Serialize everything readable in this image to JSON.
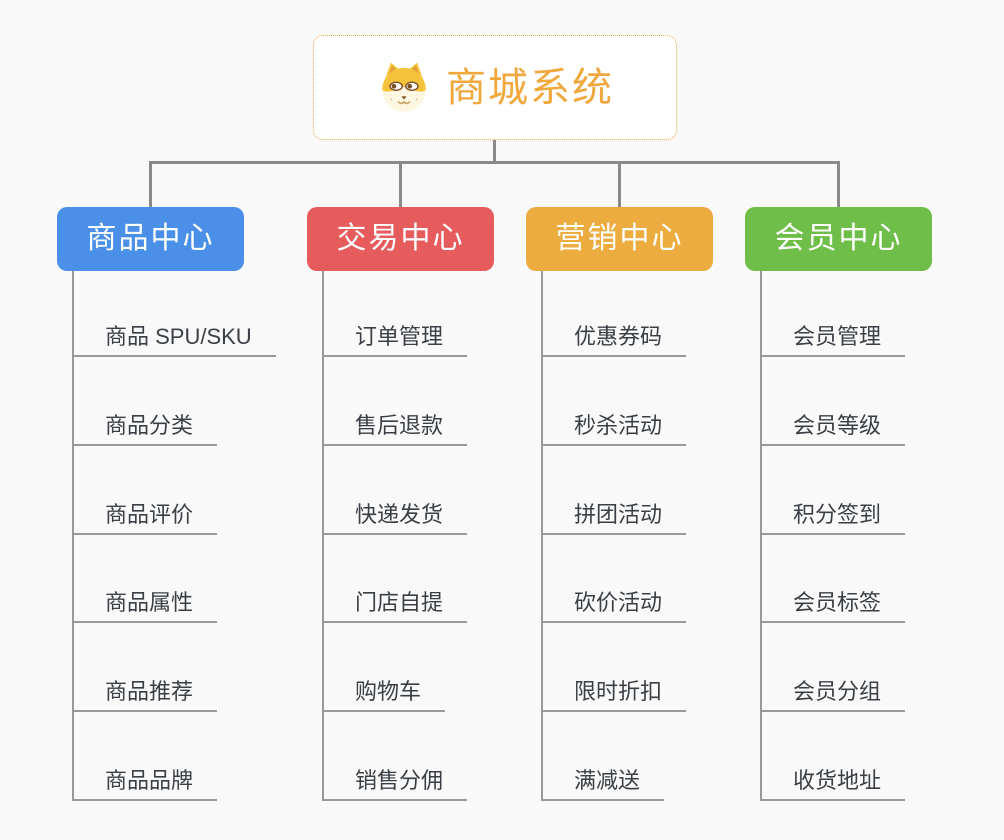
{
  "root": {
    "title": "商城系统",
    "icon": "dog-icon",
    "title_color": "#f0a73c",
    "border_color": "#f0a64a"
  },
  "branches": [
    {
      "label": "商品中心",
      "color": "#4a90e8",
      "items": [
        "商品 SPU/SKU",
        "商品分类",
        "商品评价",
        "商品属性",
        "商品推荐",
        "商品品牌"
      ]
    },
    {
      "label": "交易中心",
      "color": "#e65c5c",
      "items": [
        "订单管理",
        "售后退款",
        "快递发货",
        "门店自提",
        "购物车",
        "销售分佣"
      ]
    },
    {
      "label": "营销中心",
      "color": "#ecac40",
      "items": [
        "优惠券码",
        "秒杀活动",
        "拼团活动",
        "砍价活动",
        "限时折扣",
        "满减送"
      ]
    },
    {
      "label": "会员中心",
      "color": "#6fbe49",
      "items": [
        "会员管理",
        "会员等级",
        "积分签到",
        "会员标签",
        "会员分组",
        "收货地址"
      ]
    }
  ],
  "colors": {
    "connector": "#8a8a8a",
    "leaf_line": "#999999",
    "leaf_text": "#3a3f45",
    "background": "#f9f9f9"
  }
}
